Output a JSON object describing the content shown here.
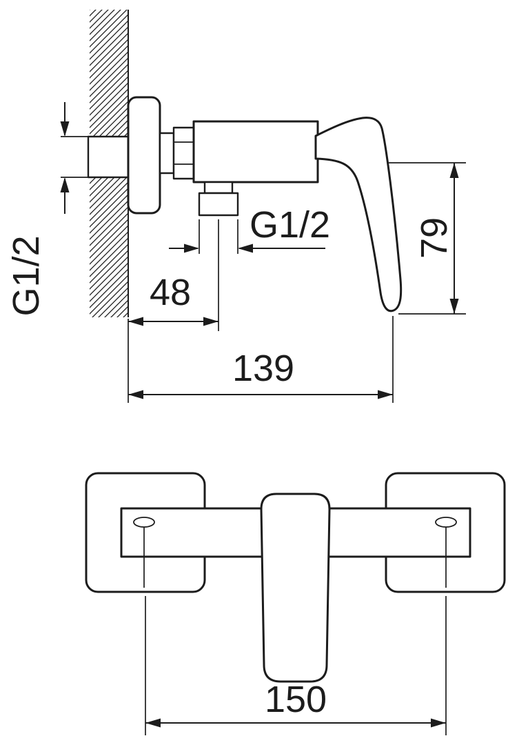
{
  "colors": {
    "line": "#1c1c1c",
    "background": "#ffffff"
  },
  "side_view": {
    "dim_wall_thread_label": "G1/2",
    "dim_outlet_thread_label": "G1/2",
    "dim_outlet_offset": "48",
    "dim_total_depth": "139",
    "dim_handle_height": "79"
  },
  "front_view": {
    "dim_connection_spacing": "150"
  }
}
